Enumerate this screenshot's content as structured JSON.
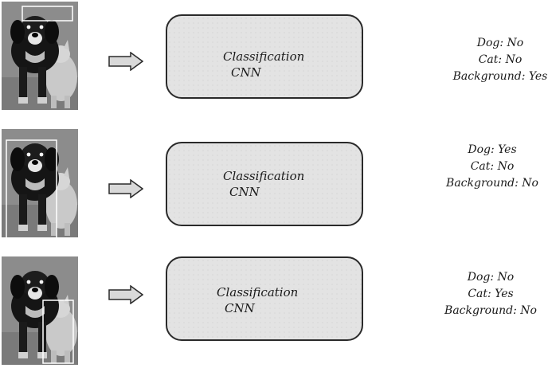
{
  "rows": [
    {
      "cnn": {
        "line1": "Classification",
        "line2": "CNN"
      },
      "results": [
        {
          "label": "Dog",
          "value": "No"
        },
        {
          "label": "Cat",
          "value": "No"
        },
        {
          "label": "Background",
          "value": "Yes"
        }
      ]
    },
    {
      "cnn": {
        "line1": "Classification",
        "line2": "CNN"
      },
      "results": [
        {
          "label": "Dog",
          "value": "Yes"
        },
        {
          "label": "Cat",
          "value": "No"
        },
        {
          "label": "Background",
          "value": "No"
        }
      ]
    },
    {
      "cnn": {
        "line1": "Classification",
        "line2": "CNN"
      },
      "results": [
        {
          "label": "Dog",
          "value": "No"
        },
        {
          "label": "Cat",
          "value": "Yes"
        },
        {
          "label": "Background",
          "value": "No"
        }
      ]
    }
  ],
  "colors": {
    "box_fill": "#e3e3e3",
    "box_border": "#2a2a2a",
    "arrow_fill": "#d9d9d9",
    "roi_box": "#ffffff"
  }
}
